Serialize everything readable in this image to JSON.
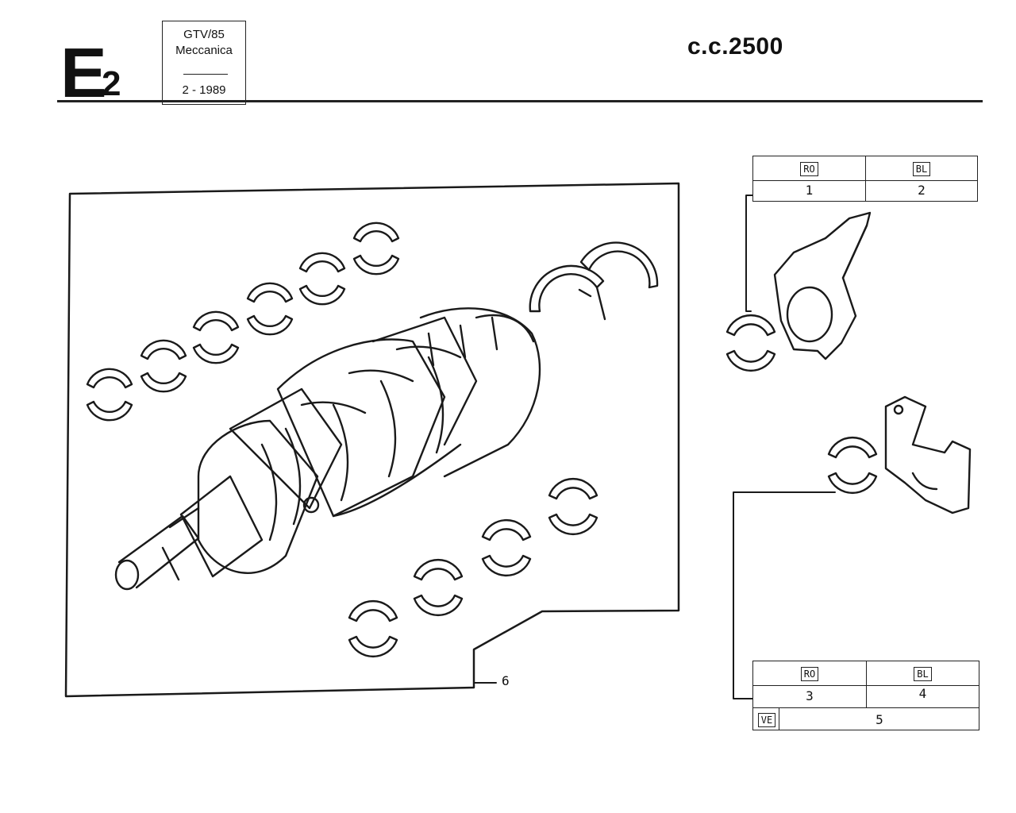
{
  "header": {
    "section_letter": "E",
    "section_number": "2",
    "model": "GTV/85",
    "category": "Meccanica",
    "date": "2 - 1989",
    "displacement": "c.c.2500"
  },
  "tables": {
    "conrod_bearings": {
      "codes": [
        "RO",
        "BL"
      ],
      "refs": [
        "1",
        "2"
      ]
    },
    "main_bearings": {
      "codes": [
        "RO",
        "BL"
      ],
      "refs": [
        "3",
        "4"
      ],
      "extra_code": "VE",
      "extra_ref": "5"
    }
  },
  "callouts": {
    "crankshaft_assembly": "6"
  }
}
